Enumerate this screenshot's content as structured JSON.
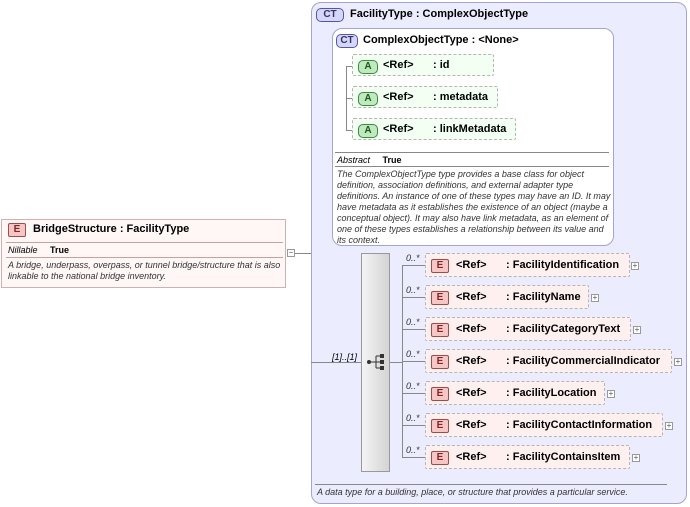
{
  "root_element": {
    "badge": "E",
    "name": "BridgeStructure",
    "type": ": FacilityType",
    "property_label": "Nillable",
    "property_value": "True",
    "documentation": "A bridge, underpass, overpass, or tunnel bridge/structure that is also linkable to the national bridge inventory."
  },
  "facility_type": {
    "badge": "CT",
    "name": "FacilityType",
    "type": ": ComplexObjectType",
    "documentation": "A data type for a building, place, or structure that provides a particular service."
  },
  "complex_object_type": {
    "badge": "CT",
    "name": "ComplexObjectType",
    "type": ": <None>",
    "attributes": [
      {
        "badge": "A",
        "ref": "<Ref>",
        "name": ": id"
      },
      {
        "badge": "A",
        "ref": "<Ref>",
        "name": ": metadata"
      },
      {
        "badge": "A",
        "ref": "<Ref>",
        "name": ": linkMetadata"
      }
    ],
    "property_label": "Abstract",
    "property_value": "True",
    "documentation": "The ComplexObjectType type provides a base class for object definition, association definitions, and external adapter type definitions. An instance of one of these types may have an ID. It may have metadata as it establishes the existence of an object (maybe a conceptual object). It may also have link metadata, as an element of one of these types establishes a relationship between its value and its context."
  },
  "sequence": {
    "cardinality": "[1]..[1]",
    "children": [
      {
        "badge": "E",
        "ref": "<Ref>",
        "name": ": FacilityIdentification",
        "occurs": "0..*"
      },
      {
        "badge": "E",
        "ref": "<Ref>",
        "name": ": FacilityName",
        "occurs": "0..*"
      },
      {
        "badge": "E",
        "ref": "<Ref>",
        "name": ": FacilityCategoryText",
        "occurs": "0..*"
      },
      {
        "badge": "E",
        "ref": "<Ref>",
        "name": ": FacilityCommercialIndicator",
        "occurs": "0..*"
      },
      {
        "badge": "E",
        "ref": "<Ref>",
        "name": ": FacilityLocation",
        "occurs": "0..*"
      },
      {
        "badge": "E",
        "ref": "<Ref>",
        "name": ": FacilityContactInformation",
        "occurs": "0..*"
      },
      {
        "badge": "E",
        "ref": "<Ref>",
        "name": ": FacilityContainsItem",
        "occurs": "0..*"
      }
    ]
  }
}
